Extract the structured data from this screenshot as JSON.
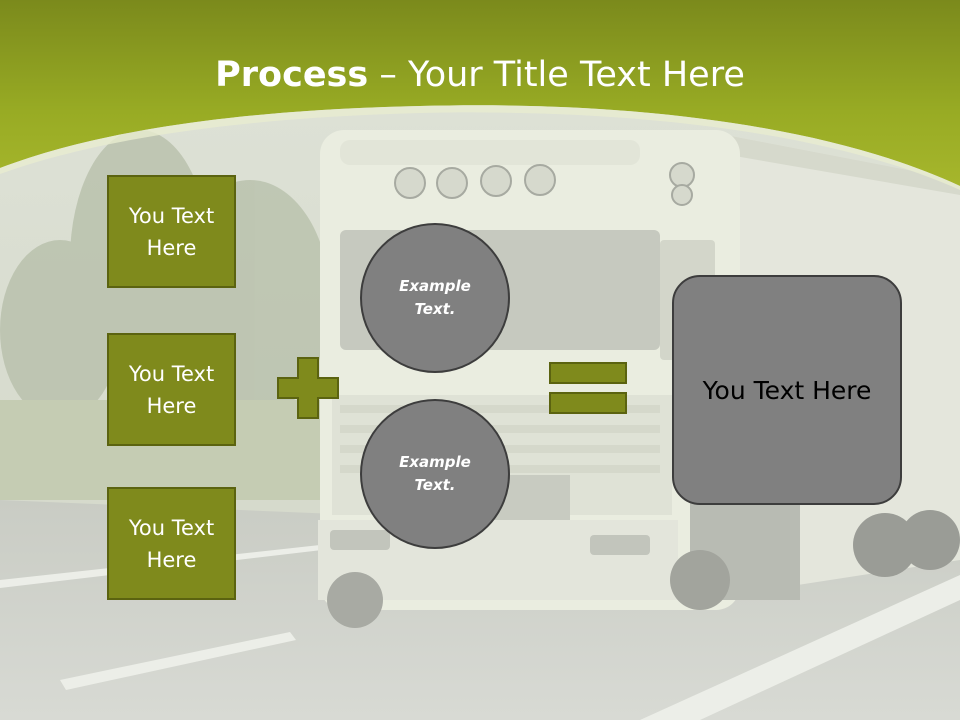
{
  "title": {
    "bold": "Process",
    "rest": " – Your Title Text Here"
  },
  "boxes": [
    {
      "label": "You Text Here"
    },
    {
      "label": "You Text Here"
    },
    {
      "label": "You Text Here"
    }
  ],
  "circles": [
    {
      "label": "Example Text."
    },
    {
      "label": "Example Text."
    }
  ],
  "result": {
    "label": "You Text Here"
  },
  "colors": {
    "accent": "#7f8a1c",
    "banner": "#9aab24",
    "shape_gray": "#808080"
  },
  "icons": {
    "plus": "plus-icon",
    "equals": "equals-icon"
  }
}
